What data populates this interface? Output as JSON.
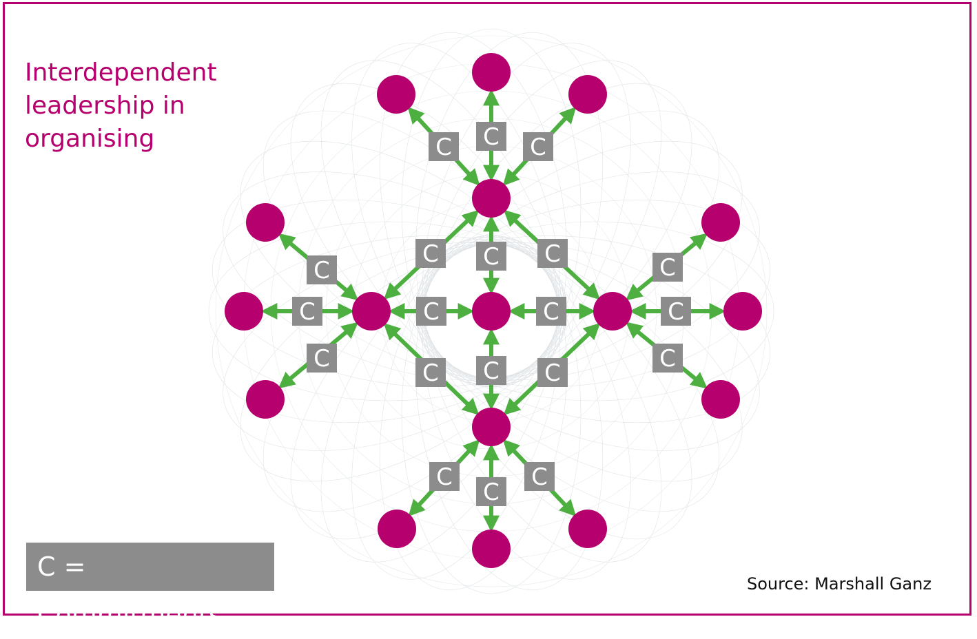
{
  "title": "Interdependent leadership in organising",
  "legend": "C = Commitments",
  "source": "Source: Marshall Ganz",
  "commitment_label": "C",
  "colors": {
    "node": "#b5006e",
    "arrow": "#4caf3f",
    "box": "#8c8c8c",
    "border": "#b5006e"
  }
}
